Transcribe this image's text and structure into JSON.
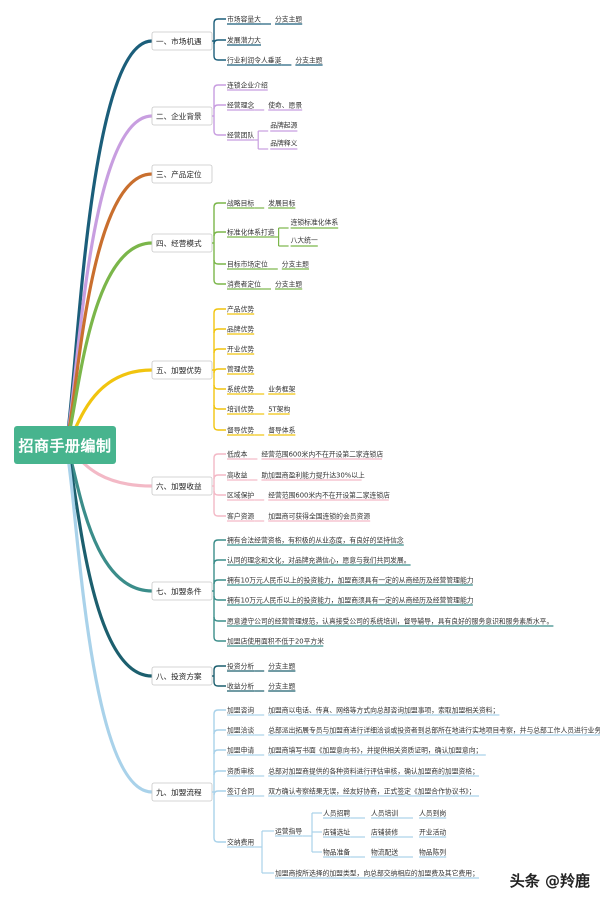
{
  "root": "招商手册编制",
  "watermark": "头条 @羚鹿",
  "colors": {
    "root": "#47b48e",
    "branches": [
      "#1b5e7a",
      "#c89ee0",
      "#c96f2e",
      "#7bb64a",
      "#f1c40f",
      "#f3b9c6",
      "#3b8d8a",
      "#1c5f6e",
      "#a9d2ea"
    ]
  },
  "branches": [
    {
      "label": "一、市场机遇",
      "children": [
        {
          "label": "市场容量大",
          "children": [
            {
              "label": "分支主题"
            }
          ]
        },
        {
          "label": "发展潜力大"
        },
        {
          "label": "行业利润令人垂涎",
          "children": [
            {
              "label": "分支主题"
            }
          ]
        }
      ]
    },
    {
      "label": "二、企业背景",
      "children": [
        {
          "label": "连锁企业介绍"
        },
        {
          "label": "经营理念",
          "children": [
            {
              "label": "使命、愿景"
            }
          ]
        },
        {
          "label": "经营团队",
          "children": [
            {
              "label": "品牌起源"
            },
            {
              "label": "品牌释义"
            }
          ]
        }
      ]
    },
    {
      "label": "三、产品定位",
      "children": []
    },
    {
      "label": "四、经营模式",
      "children": [
        {
          "label": "战略目标",
          "children": [
            {
              "label": "发展目标"
            }
          ]
        },
        {
          "label": "标准化体系打造",
          "children": [
            {
              "label": "连锁标准化体系"
            },
            {
              "label": "八大统一"
            }
          ]
        },
        {
          "label": "目标市场定位",
          "children": [
            {
              "label": "分支主题"
            }
          ]
        },
        {
          "label": "消费者定位",
          "children": [
            {
              "label": "分支主题"
            }
          ]
        }
      ]
    },
    {
      "label": "五、加盟优势",
      "children": [
        {
          "label": "产品优势"
        },
        {
          "label": "品牌优势"
        },
        {
          "label": "开业优势"
        },
        {
          "label": "管理优势"
        },
        {
          "label": "系统优势",
          "children": [
            {
              "label": "业务框架"
            }
          ]
        },
        {
          "label": "培训优势",
          "children": [
            {
              "label": "5T架构"
            }
          ]
        },
        {
          "label": "督导优势",
          "children": [
            {
              "label": "督导体系"
            }
          ]
        }
      ]
    },
    {
      "label": "六、加盟收益",
      "children": [
        {
          "label": "低成本",
          "children": [
            {
              "label": "经营范围600米内不在开设第二家连锁店"
            }
          ]
        },
        {
          "label": "高收益",
          "children": [
            {
              "label": "助加盟商盈利能力提升达30%以上"
            }
          ]
        },
        {
          "label": "区域保护",
          "children": [
            {
              "label": "经营范围600米内不在开设第二家连锁店"
            }
          ]
        },
        {
          "label": "客户资源",
          "children": [
            {
              "label": "加盟商可获得全国连锁的会员资源"
            }
          ]
        }
      ]
    },
    {
      "label": "七、加盟条件",
      "children": [
        {
          "label": "拥有合法经营资格，有积极的从业态度，有良好的坚持信念"
        },
        {
          "label": "认同的理念和文化，对品牌充满信心，愿意与我们共同发展。"
        },
        {
          "label": "拥有10万元人民币以上的投资能力，加盟商须具有一定的从商经历及经营管理能力"
        },
        {
          "label": "拥有10万元人民币以上的投资能力，加盟商须具有一定的从商经历及经营管理能力"
        },
        {
          "label": "愿意遵守公司的经营管理规范，认真接受公司的系统培训，督导辅导，具有良好的服务意识和服务素质水平。"
        },
        {
          "label": "加盟店使用面积不低于20平方米"
        }
      ]
    },
    {
      "label": "八、投资方案",
      "children": [
        {
          "label": "投资分析",
          "children": [
            {
              "label": "分支主题"
            }
          ]
        },
        {
          "label": "收益分析",
          "children": [
            {
              "label": "分支主题"
            }
          ]
        }
      ]
    },
    {
      "label": "九、加盟流程",
      "children": [
        {
          "label": "加盟咨询",
          "children": [
            {
              "label": "加盟商以电话、传真、网络等方式向总部咨询加盟事项，索取加盟相关资料；"
            }
          ]
        },
        {
          "label": "加盟洽谈",
          "children": [
            {
              "label": "总部派出拓展专员与加盟商进行详细洽谈或投资者到总部所在地进行实地项目考察，并与总部工作人员进行业务交流"
            }
          ]
        },
        {
          "label": "加盟申请",
          "children": [
            {
              "label": "加盟商填写书面《加盟意向书》，并提供相关资质证明，确认加盟意向；"
            }
          ]
        },
        {
          "label": "资质审核",
          "children": [
            {
              "label": "总部对加盟商提供的各种资料进行评估审核，确认加盟商的加盟资格；"
            }
          ]
        },
        {
          "label": "签订合同",
          "children": [
            {
              "label": "双方确认考察结果无误，经友好协商，正式签定《加盟合作协议书》；"
            }
          ]
        },
        {
          "label": "交纳费用",
          "children": [
            {
              "label": "运营指导",
              "children": [
                {
                  "label": "人员招聘",
                  "children": [
                    {
                      "label": "人员培训",
                      "children": [
                        {
                          "label": "人员到岗"
                        }
                      ]
                    }
                  ]
                },
                {
                  "label": "店铺选址",
                  "children": [
                    {
                      "label": "店铺装修",
                      "children": [
                        {
                          "label": "开业活动"
                        }
                      ]
                    }
                  ]
                },
                {
                  "label": "物品准备",
                  "children": [
                    {
                      "label": "物流配送",
                      "children": [
                        {
                          "label": "物品陈列"
                        }
                      ]
                    }
                  ]
                }
              ]
            },
            {
              "label": "加盟商按所选择的加盟类型，向总部交纳相应的加盟费及其它费用；"
            }
          ]
        }
      ]
    }
  ]
}
